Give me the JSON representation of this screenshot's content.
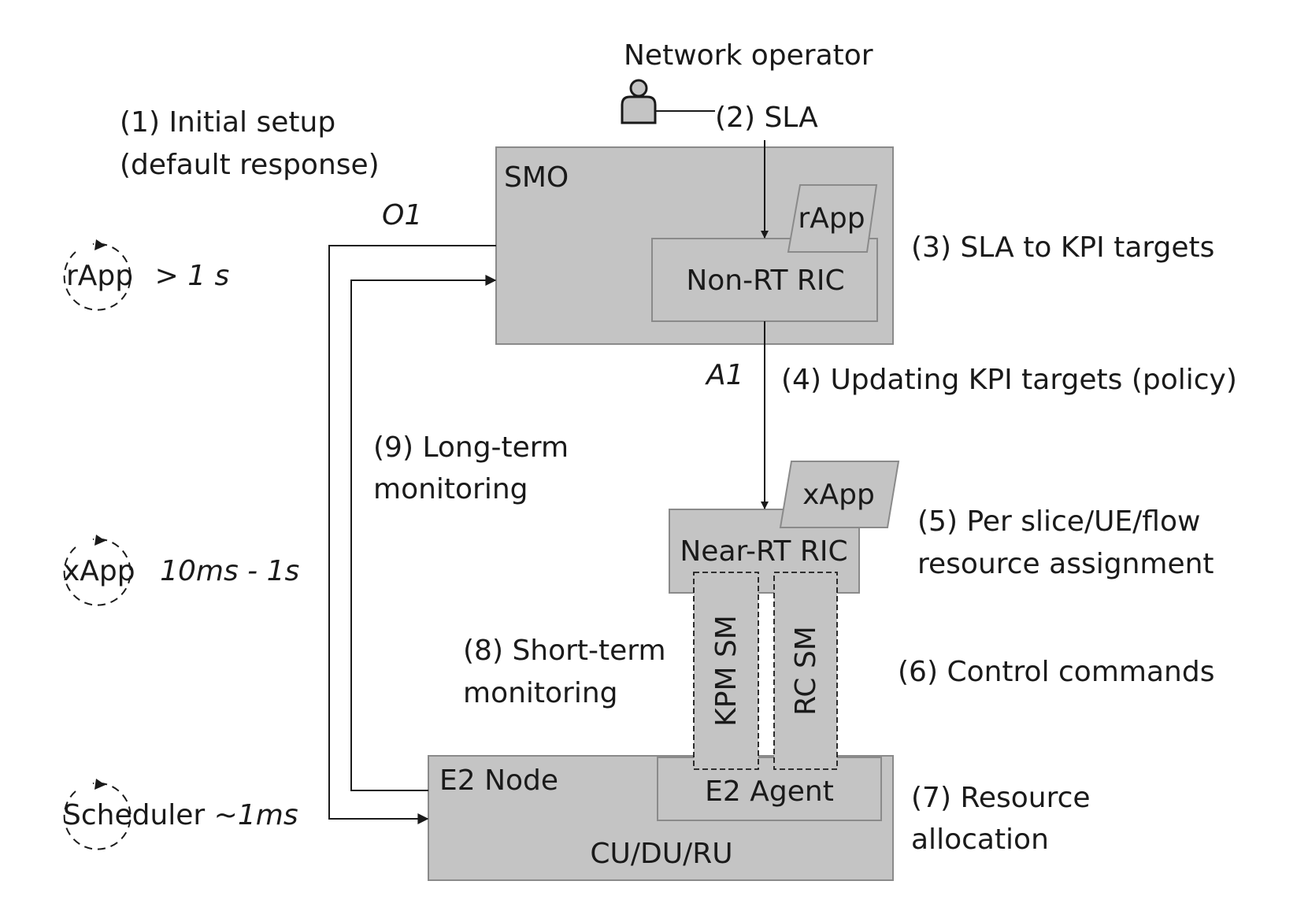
{
  "actors": {
    "operator_label": "Network operator"
  },
  "boxes": {
    "smo": "SMO",
    "non_rt_ric": "Non-RT RIC",
    "rapp": "rApp",
    "near_rt_ric": "Near-RT RIC",
    "xapp": "xApp",
    "kpm_sm": "KPM SM",
    "rc_sm": "RC SM",
    "e2_node": "E2 Node",
    "e2_agent": "E2 Agent",
    "cu_du_ru": "CU/DU/RU"
  },
  "interfaces": {
    "o1": "O1",
    "a1": "A1"
  },
  "steps": {
    "s1_line1": "(1) Initial setup",
    "s1_line2": "(default response)",
    "s2": "(2) SLA",
    "s3": "(3) SLA to KPI targets",
    "s4": "(4) Updating KPI targets (policy)",
    "s5_line1": "(5) Per slice/UE/flow",
    "s5_line2": "resource assignment",
    "s6": "(6) Control commands",
    "s7_line1": "(7) Resource",
    "s7_line2": "allocation",
    "s8_line1": "(8) Short-term",
    "s8_line2": "monitoring",
    "s9_line1": "(9) Long-term",
    "s9_line2": "monitoring"
  },
  "timescales": [
    {
      "name": "rApp",
      "value": "> 1 s"
    },
    {
      "name": "xApp",
      "value": "10ms - 1s"
    },
    {
      "name": "Scheduler ~",
      "value": "1ms"
    }
  ],
  "icons": {
    "operator": "person-icon",
    "loop": "cycle-arrow-icon"
  }
}
